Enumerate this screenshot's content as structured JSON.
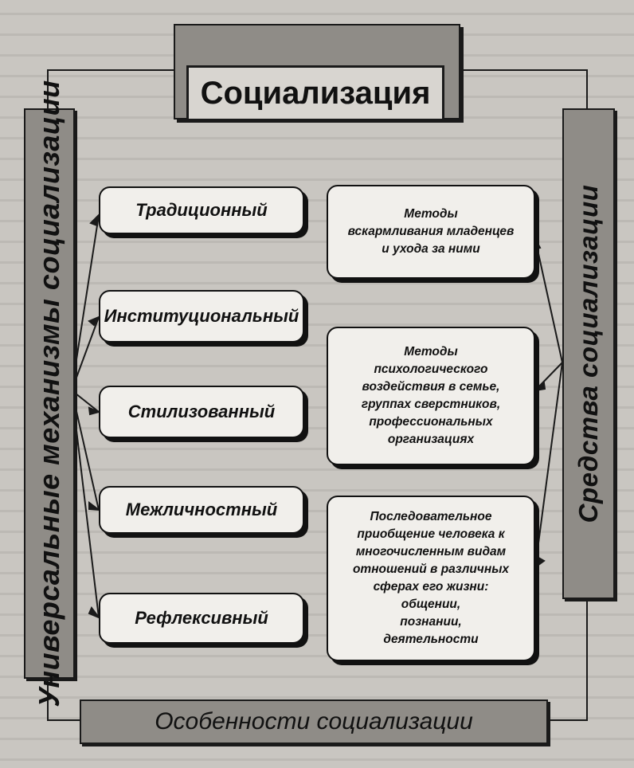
{
  "title": "Социализация",
  "left_vertical_label": "Универсальные механизмы социализации",
  "right_vertical_label": "Средства социализации",
  "footer": "Особенности социализации",
  "mechanisms": [
    "Традиционный",
    "Институциональный",
    "Стилизованный",
    "Межличностный",
    "Рефлексивный"
  ],
  "means": [
    "Методы\nвскармливания младенцев\nи ухода за ними",
    "Методы\nпсихологического\nвоздействия в семье,\nгруппах сверстников,\nпрофессиональных\nорганизациях",
    "Последовательное\nприобщение человека к\nмногочисленным видам\nотношений в различных\nсферах его жизни:\nобщении,\nпознании,\nдеятельности"
  ]
}
